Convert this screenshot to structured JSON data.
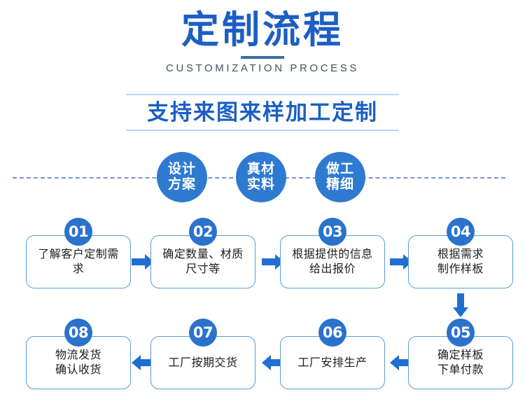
{
  "header": {
    "title": "定制流程",
    "subtitle_en": "CUSTOMIZATION PROCESS"
  },
  "slogan": {
    "text": "支持来图来样加工定制"
  },
  "features": [
    {
      "line1": "设计",
      "line2": "方案"
    },
    {
      "line1": "真材",
      "line2": "实料"
    },
    {
      "line1": "做工",
      "line2": "精细"
    }
  ],
  "steps_row1": [
    {
      "number": "01",
      "line1": "了解客户定制需",
      "line2": "求"
    },
    {
      "number": "02",
      "line1": "确定数量、材质",
      "line2": "尺寸等"
    },
    {
      "number": "03",
      "line1": "根据提供的信息",
      "line2": "给出报价"
    },
    {
      "number": "04",
      "line1": "根据需求",
      "line2": "制作样板"
    }
  ],
  "steps_row2": [
    {
      "number": "08",
      "line1": "物流发货",
      "line2": "确认收货"
    },
    {
      "number": "07",
      "line1": "工厂按期交货",
      "line2": ""
    },
    {
      "number": "06",
      "line1": "工厂安排生产",
      "line2": ""
    },
    {
      "number": "05",
      "line1": "确定样板",
      "line2": "下单付款"
    }
  ],
  "colors": {
    "title_blue": "#1b5fc4",
    "circle_blue": "#2e7ad1",
    "badge_blue": "#2a72cc",
    "arrow_blue": "#1f6fd0",
    "box_border": "#5b9bd5",
    "rule_blue": "#bcd6ee",
    "en_text": "#44505e"
  }
}
